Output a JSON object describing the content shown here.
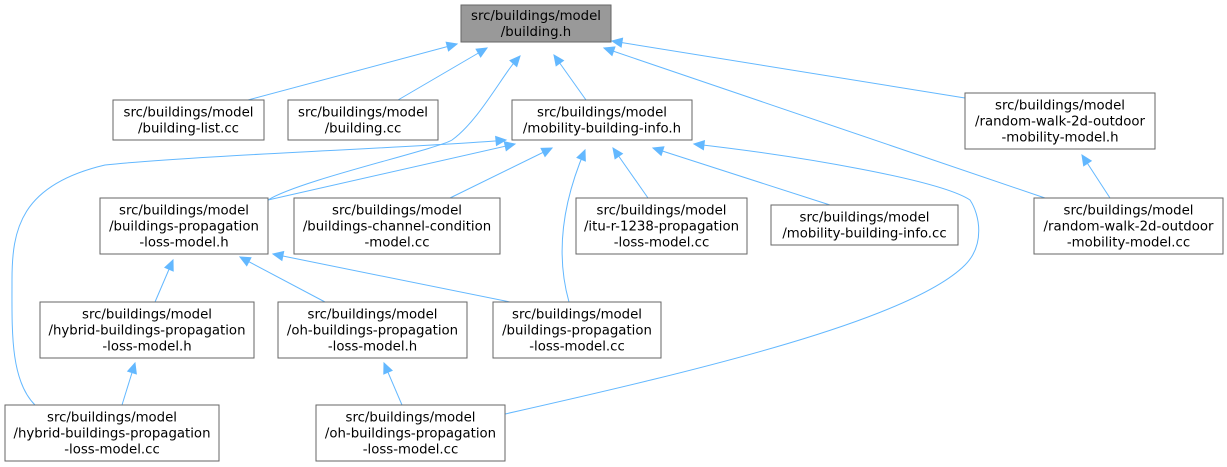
{
  "colors": {
    "root_fill": "#999999",
    "node_fill": "#ffffff",
    "node_border": "#666666",
    "edge": "#63b8ff",
    "text": "#000000"
  },
  "nodes": [
    {
      "id": "building_h",
      "lines": [
        "src/buildings/model",
        "/building.h"
      ],
      "root": true
    },
    {
      "id": "building_list_cc",
      "lines": [
        "src/buildings/model",
        "/building-list.cc"
      ]
    },
    {
      "id": "building_cc",
      "lines": [
        "src/buildings/model",
        "/building.cc"
      ]
    },
    {
      "id": "mobility_building_info_h",
      "lines": [
        "src/buildings/model",
        "/mobility-building-info.h"
      ]
    },
    {
      "id": "random_walk_h",
      "lines": [
        "src/buildings/model",
        "/random-walk-2d-outdoor",
        "-mobility-model.h"
      ]
    },
    {
      "id": "buildings_prop_loss_h",
      "lines": [
        "src/buildings/model",
        "/buildings-propagation",
        "-loss-model.h"
      ]
    },
    {
      "id": "buildings_channel_cc",
      "lines": [
        "src/buildings/model",
        "/buildings-channel-condition",
        "-model.cc"
      ]
    },
    {
      "id": "itu_r_1238_cc",
      "lines": [
        "src/buildings/model",
        "/itu-r-1238-propagation",
        "-loss-model.cc"
      ]
    },
    {
      "id": "mobility_building_info_cc",
      "lines": [
        "src/buildings/model",
        "/mobility-building-info.cc"
      ]
    },
    {
      "id": "random_walk_cc",
      "lines": [
        "src/buildings/model",
        "/random-walk-2d-outdoor",
        "-mobility-model.cc"
      ]
    },
    {
      "id": "hybrid_h",
      "lines": [
        "src/buildings/model",
        "/hybrid-buildings-propagation",
        "-loss-model.h"
      ]
    },
    {
      "id": "oh_h",
      "lines": [
        "src/buildings/model",
        "/oh-buildings-propagation",
        "-loss-model.h"
      ]
    },
    {
      "id": "buildings_prop_loss_cc",
      "lines": [
        "src/buildings/model",
        "/buildings-propagation",
        "-loss-model.cc"
      ]
    },
    {
      "id": "hybrid_cc",
      "lines": [
        "src/buildings/model",
        "/hybrid-buildings-propagation",
        "-loss-model.cc"
      ]
    },
    {
      "id": "oh_cc",
      "lines": [
        "src/buildings/model",
        "/oh-buildings-propagation",
        "-loss-model.cc"
      ]
    }
  ],
  "edges": [
    {
      "from": "building_list_cc",
      "to": "building_h"
    },
    {
      "from": "building_cc",
      "to": "building_h"
    },
    {
      "from": "mobility_building_info_h",
      "to": "building_h"
    },
    {
      "from": "buildings_prop_loss_h",
      "to": "building_h"
    },
    {
      "from": "random_walk_h",
      "to": "building_h"
    },
    {
      "from": "random_walk_cc",
      "to": "building_h"
    },
    {
      "from": "random_walk_cc",
      "to": "random_walk_h"
    },
    {
      "from": "buildings_prop_loss_h",
      "to": "mobility_building_info_h"
    },
    {
      "from": "buildings_channel_cc",
      "to": "mobility_building_info_h"
    },
    {
      "from": "itu_r_1238_cc",
      "to": "mobility_building_info_h"
    },
    {
      "from": "mobility_building_info_cc",
      "to": "mobility_building_info_h"
    },
    {
      "from": "buildings_prop_loss_cc",
      "to": "mobility_building_info_h"
    },
    {
      "from": "hybrid_cc",
      "to": "mobility_building_info_h"
    },
    {
      "from": "oh_cc",
      "to": "mobility_building_info_h"
    },
    {
      "from": "hybrid_h",
      "to": "buildings_prop_loss_h"
    },
    {
      "from": "oh_h",
      "to": "buildings_prop_loss_h"
    },
    {
      "from": "buildings_prop_loss_cc",
      "to": "buildings_prop_loss_h"
    },
    {
      "from": "hybrid_cc",
      "to": "hybrid_h"
    },
    {
      "from": "oh_cc",
      "to": "oh_h"
    }
  ]
}
